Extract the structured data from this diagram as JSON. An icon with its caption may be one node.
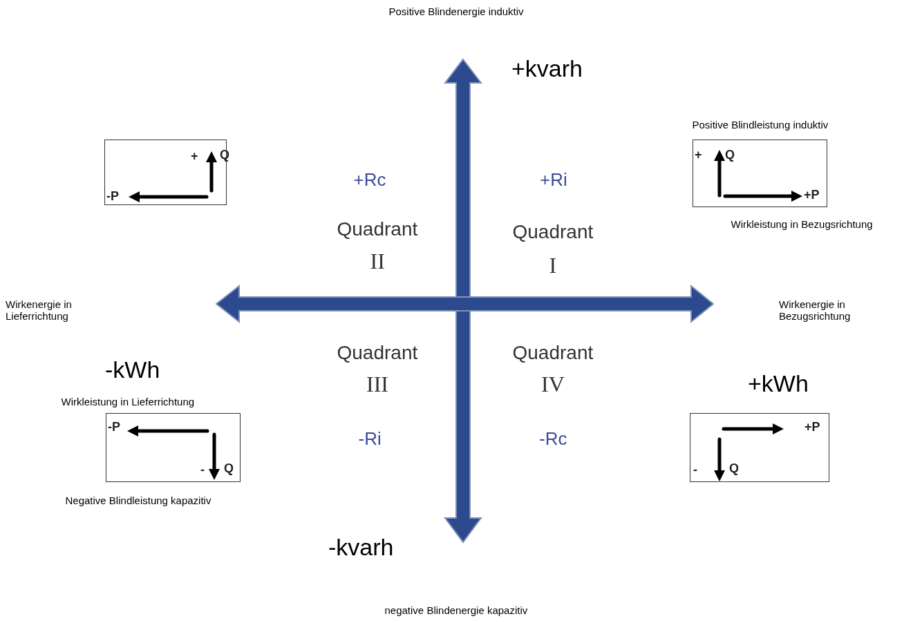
{
  "diagram": {
    "nodes": [
      {
        "text": [
          "+",
          "Q",
          "-P"
        ]
      },
      {
        "text": [
          "+",
          "Q",
          "+P"
        ],
        "beside": [
          "Positive Blindleistung induktiv",
          "Wirkleistung in Bezugsrichtung"
        ]
      },
      {
        "text": [
          "-P",
          "-",
          "Q"
        ],
        "beside": [
          "Wirkleistung in Lieferrichtung",
          "Negative Blindleistung kapazitiv"
        ]
      },
      {
        "text": [
          "+P",
          "-",
          "Q"
        ]
      }
    ],
    "edges": [],
    "labels": [
      "Positive Blindenergie induktiv",
      "+kvarh",
      "+Rc",
      "+Ri",
      "Quadrant",
      "Quadrant",
      "II",
      "I",
      "Wirkenergie in Lieferrichtung",
      "Wirkenergie in Bezugsrichtung",
      "Quadrant",
      "Quadrant",
      "-kWh",
      "III",
      "IV",
      "+kWh",
      "-Ri",
      "-Rc",
      "-kvarh",
      "negative Blindenergie kapazitiv"
    ]
  }
}
